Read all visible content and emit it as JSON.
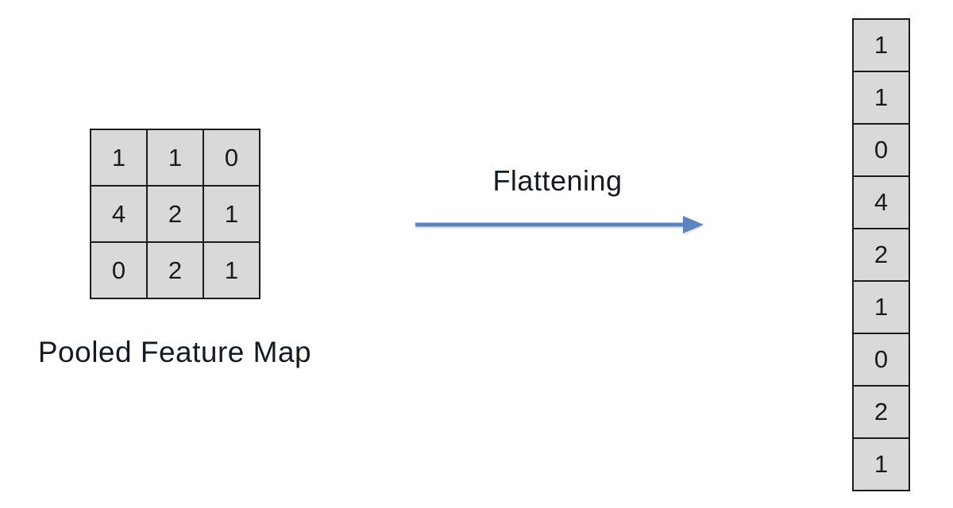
{
  "diagram": {
    "pooled_label": "Pooled Feature Map",
    "arrow_label": "Flattening"
  },
  "pooled_matrix": {
    "rows": [
      [
        1,
        1,
        0
      ],
      [
        4,
        2,
        1
      ],
      [
        0,
        2,
        1
      ]
    ]
  },
  "flattened_vector": {
    "values": [
      1,
      1,
      0,
      4,
      2,
      1,
      0,
      2,
      1
    ]
  },
  "colors": {
    "cell_fill": "#d9d9d9",
    "cell_border": "#1c1c1c",
    "number_text": "#1a1a1a",
    "label_text": "#141b26",
    "arrow": "#5b84c3"
  }
}
